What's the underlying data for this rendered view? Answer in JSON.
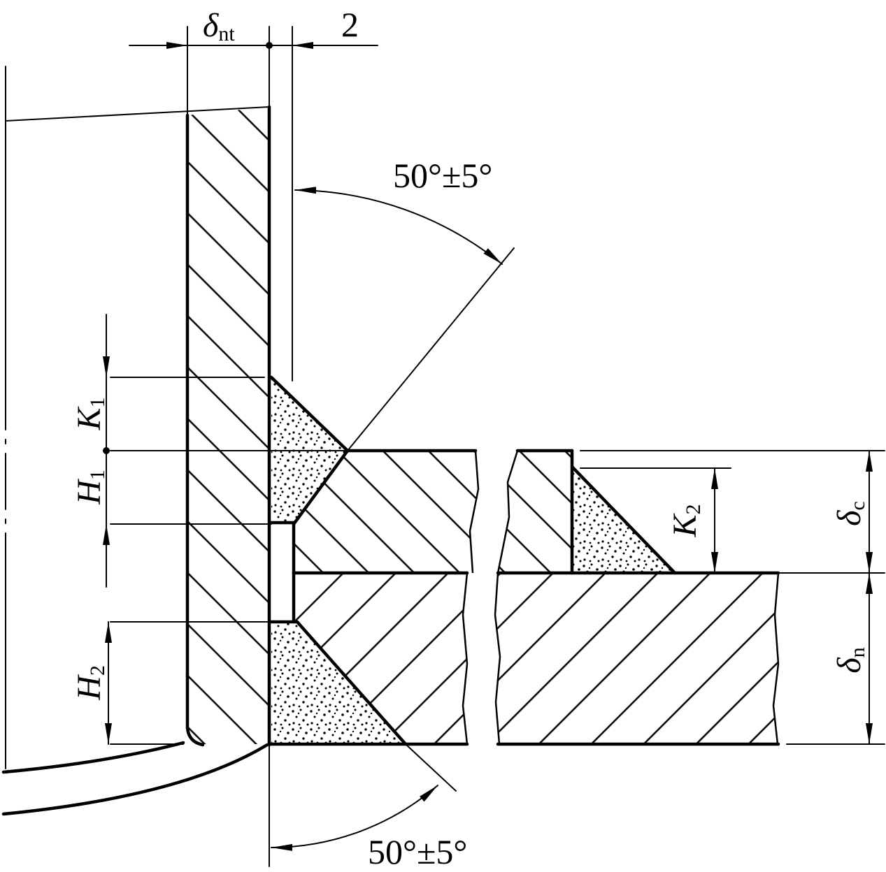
{
  "labels": {
    "delta_nt": {
      "symbol": "δ",
      "sub": "nt"
    },
    "gap": "2",
    "angle_top": "50°±5°",
    "k1": {
      "symbol": "K",
      "sub": "1"
    },
    "h1": {
      "symbol": "H",
      "sub": "1"
    },
    "h2": {
      "symbol": "H",
      "sub": "2"
    },
    "k2": {
      "symbol": "K",
      "sub": "2"
    },
    "delta_c": {
      "symbol": "δ",
      "sub": "c"
    },
    "delta_n": {
      "symbol": "δ",
      "sub": "n"
    },
    "angle_bottom": "50°±5°"
  }
}
